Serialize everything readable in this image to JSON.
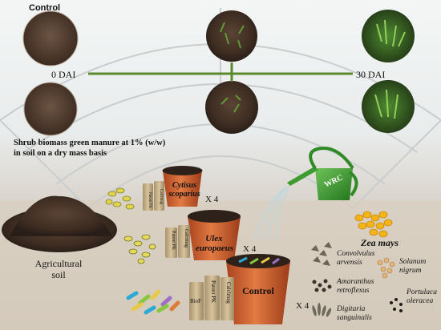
{
  "labels": {
    "control_top": "Control",
    "dai_start": "0 DAI",
    "dai_end": "30 DAI",
    "treatment_note": "Shrub biomass green manure at 1% (w/w) in soil on a dry mass basis",
    "agricultural_soil": "Agricultural soil",
    "can_label": "WRC",
    "zea_mays": "Zea mays"
  },
  "pots": [
    {
      "name": "Cytisus scoparius",
      "multiplier": "X 4",
      "bags": [
        "Patent PK",
        "Calcimag"
      ]
    },
    {
      "name": "Ulex europaeus",
      "multiplier": "X 4",
      "bags": [
        "Patent PK",
        "Calcimag"
      ]
    },
    {
      "name": "Control",
      "multiplier": "X 4",
      "bags": [
        "BioF",
        "Patent PK",
        "Calcimag"
      ]
    }
  ],
  "weeds": [
    "Convolvulus arvensis",
    "Amaranthus retroflexus",
    "Digitaria sanguinalis",
    "Solanum nigrum",
    "Portulaca oleracea"
  ],
  "colors": {
    "timeline": "#5a8a2c",
    "pot": "#c9592b",
    "watering_can": "#3d9b2f",
    "maize": "#f2b417"
  }
}
